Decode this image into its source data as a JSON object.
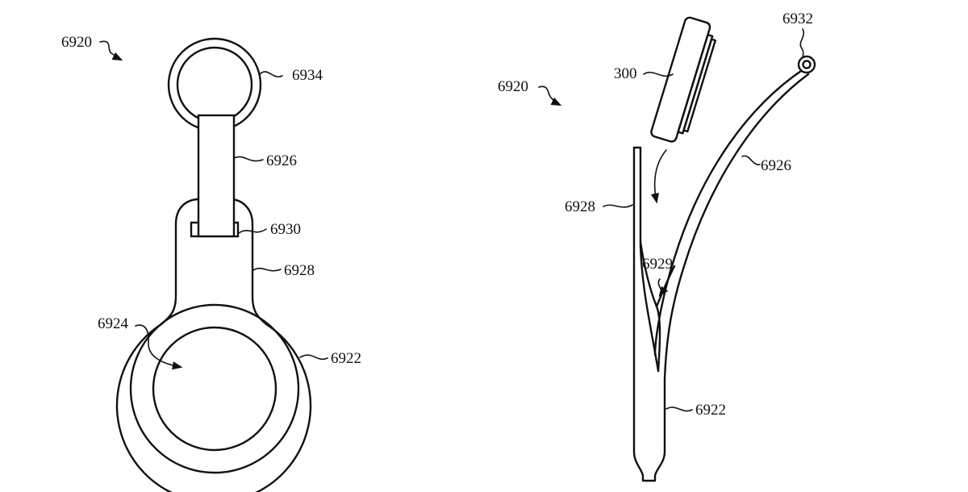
{
  "figure": {
    "background": "#ffffff",
    "line_color": "#111111",
    "left_view": {
      "assembly_label": "6920",
      "labels": {
        "key_ring": "6934",
        "strap": "6926",
        "strap_slot": "6930",
        "neck": "6928",
        "ring_body": "6922",
        "opening": "6924"
      }
    },
    "right_view": {
      "assembly_label": "6920",
      "labels": {
        "device": "300",
        "strap_eyelet": "6932",
        "strap": "6926",
        "front_panel": "6928",
        "pocket": "6929",
        "body": "6922"
      }
    }
  }
}
